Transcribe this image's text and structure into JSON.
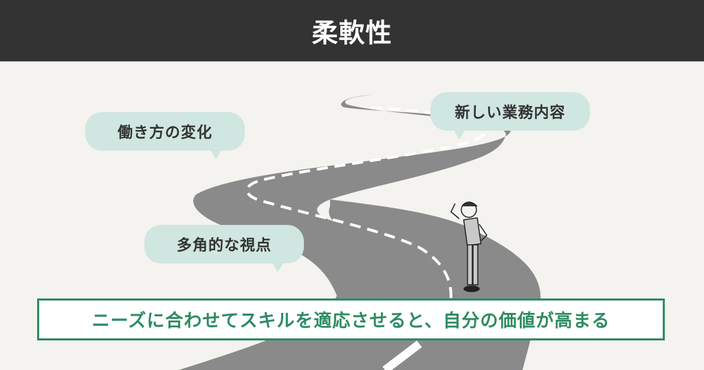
{
  "header": {
    "title": "柔軟性",
    "background": "#333333"
  },
  "bubbles": [
    {
      "label": "働き方の変化",
      "color": "#d0e6e0"
    },
    {
      "label": "新しい業務内容",
      "color": "#d0e6e0"
    },
    {
      "label": "多角的な視点",
      "color": "#d0e6e0"
    }
  ],
  "illustration": {
    "road": "winding-road",
    "road_color": "#8a8a8a",
    "lane_marking_color": "#ffffff",
    "figure": "person-scratching-head"
  },
  "summary": {
    "text": "ニーズに合わせてスキルを適応させると、自分の価値が高まる",
    "accent_color": "#2e8b62"
  },
  "background_color": "#f4f3ef"
}
